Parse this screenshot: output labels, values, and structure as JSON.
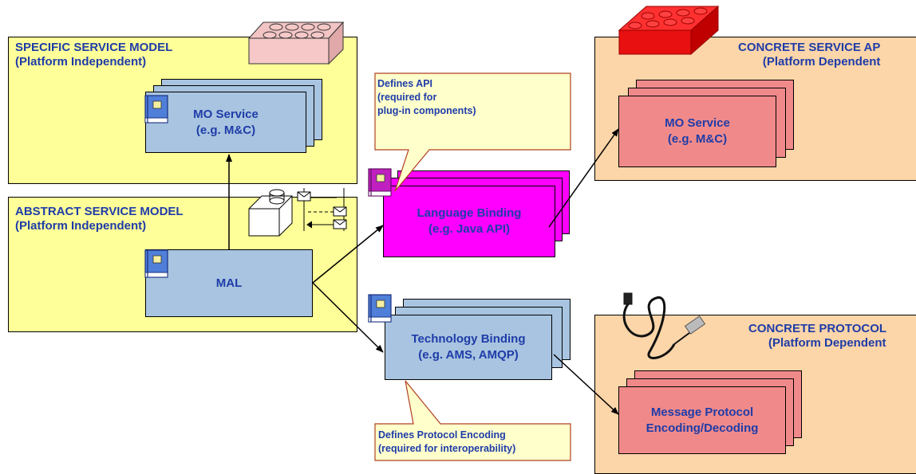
{
  "panels": {
    "specific": {
      "title": "SPECIFIC SERVICE MODEL",
      "subtitle": "(Platform Independent)"
    },
    "abstract": {
      "title": "ABSTRACT SERVICE MODEL",
      "subtitle": "(Platform Independent)"
    },
    "concrete_api": {
      "title": "CONCRETE SERVICE AP",
      "subtitle": "(Platform Dependent"
    },
    "concrete_protocol": {
      "title": "CONCRETE PROTOCOL",
      "subtitle": "(Platform Dependent"
    }
  },
  "boxes": {
    "mo_service_specific": {
      "line1": "MO Service",
      "line2": "(e.g. M&C)"
    },
    "mal": {
      "line1": "MAL"
    },
    "language_binding": {
      "line1": "Language Binding",
      "line2": "(e.g. Java API)"
    },
    "technology_binding": {
      "line1": "Technology Binding",
      "line2": "(e.g. AMS, AMQP)"
    },
    "mo_service_concrete": {
      "line1": "MO Service",
      "line2": "(e.g. M&C)"
    },
    "message_protocol": {
      "line1": "Message Protocol",
      "line2": "Encoding/Decoding"
    }
  },
  "callouts": {
    "api": {
      "line1": "Defines API",
      "line2": "(required for",
      "line3": "plug-in components)"
    },
    "protocol": {
      "line1": "Defines Protocol Encoding",
      "line2": "(required for interoperability)"
    }
  },
  "colors": {
    "yellow_panel": "#ffff99",
    "orange_panel": "#fcd5a8",
    "blue_box": "#a8c4e0",
    "pink_box": "#f08a8a",
    "magenta_box": "#ff00ff",
    "callout": "#ffffcc",
    "title_text": "#1f3ca8"
  },
  "icons": [
    "book-icon",
    "lego-brick-icon",
    "red-lego-brick-icon",
    "usb-cable-icon",
    "message-exchange-icon"
  ]
}
